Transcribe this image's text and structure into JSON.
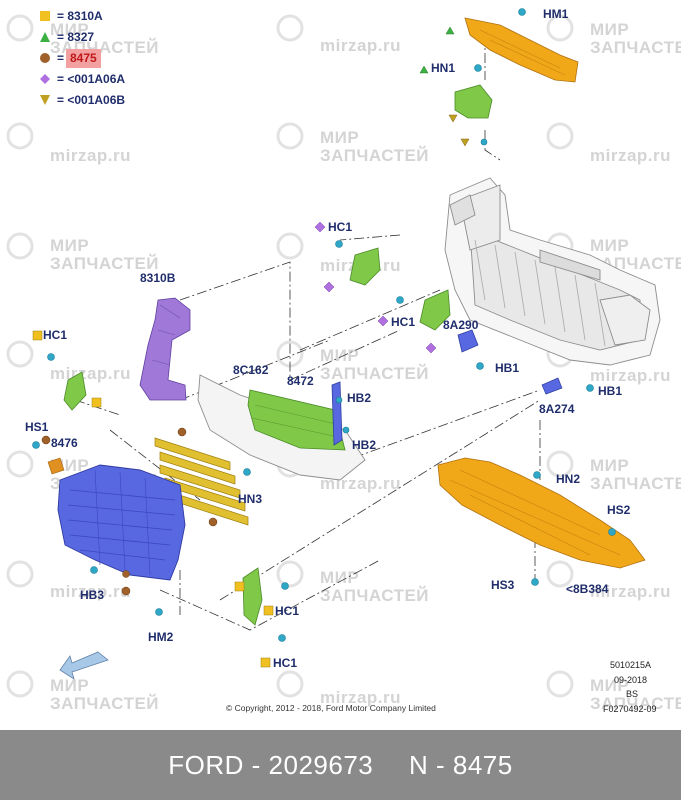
{
  "legend": [
    {
      "symbol": "square",
      "color": "#f0c020",
      "label": "8310A",
      "highlight": false
    },
    {
      "symbol": "triangle-up",
      "color": "#3cb043",
      "label": "8327",
      "highlight": false
    },
    {
      "symbol": "circle",
      "color": "#a0602a",
      "label": "8475",
      "highlight": true
    },
    {
      "symbol": "diamond",
      "color": "#b070e0",
      "label": "<001A06A",
      "highlight": false
    },
    {
      "symbol": "triangle-down",
      "color": "#c0a020",
      "label": "<001A06B",
      "highlight": false
    }
  ],
  "legend_separator": "=",
  "callouts": {
    "hm1": "HM1",
    "hn1": "HN1",
    "hc1_top": "HC1",
    "p8310b": "8310B",
    "hc1_mid": "HC1",
    "p8a290": "8A290",
    "hb1_a": "HB1",
    "hc1_left": "HC1",
    "p8c162": "8C162",
    "p8472": "8472",
    "hb2_a": "HB2",
    "hb2_b": "HB2",
    "hb1_b": "HB1",
    "p8a274": "8A274",
    "hs1": "HS1",
    "p8476": "8476",
    "hn3": "HN3",
    "hn2": "HN2",
    "hs2": "HS2",
    "hb3": "HB3",
    "hs3": "HS3",
    "p8b384": "<8B384",
    "hm2": "HM2",
    "hc1_b1": "HC1",
    "hc1_b2": "HC1"
  },
  "meta_lines": [
    "5010215A",
    "09-2018",
    "BS",
    "F0270492-09"
  ],
  "copyright": "© Copyright, 2012 - 2018, Ford Motor Company Limited",
  "footer": {
    "brand_part": "FORD - 2029673",
    "part_number": "N - 8475"
  },
  "watermark": {
    "line1": "МИР",
    "line2": "ЗАПЧАСТЕЙ",
    "site": "mirzap.ru"
  },
  "colors": {
    "label_navy": "#1f2d6b",
    "fastener_cyan": "#2fa8c8",
    "part_orange": "#f0a818",
    "part_purple": "#a078d8",
    "part_blue": "#5868e0",
    "part_green": "#80c848",
    "part_yellow": "#e0c030",
    "highlight_bg": "#f2a0a0",
    "highlight_text": "#c01818",
    "footer_bg": "#8a8a8a"
  }
}
